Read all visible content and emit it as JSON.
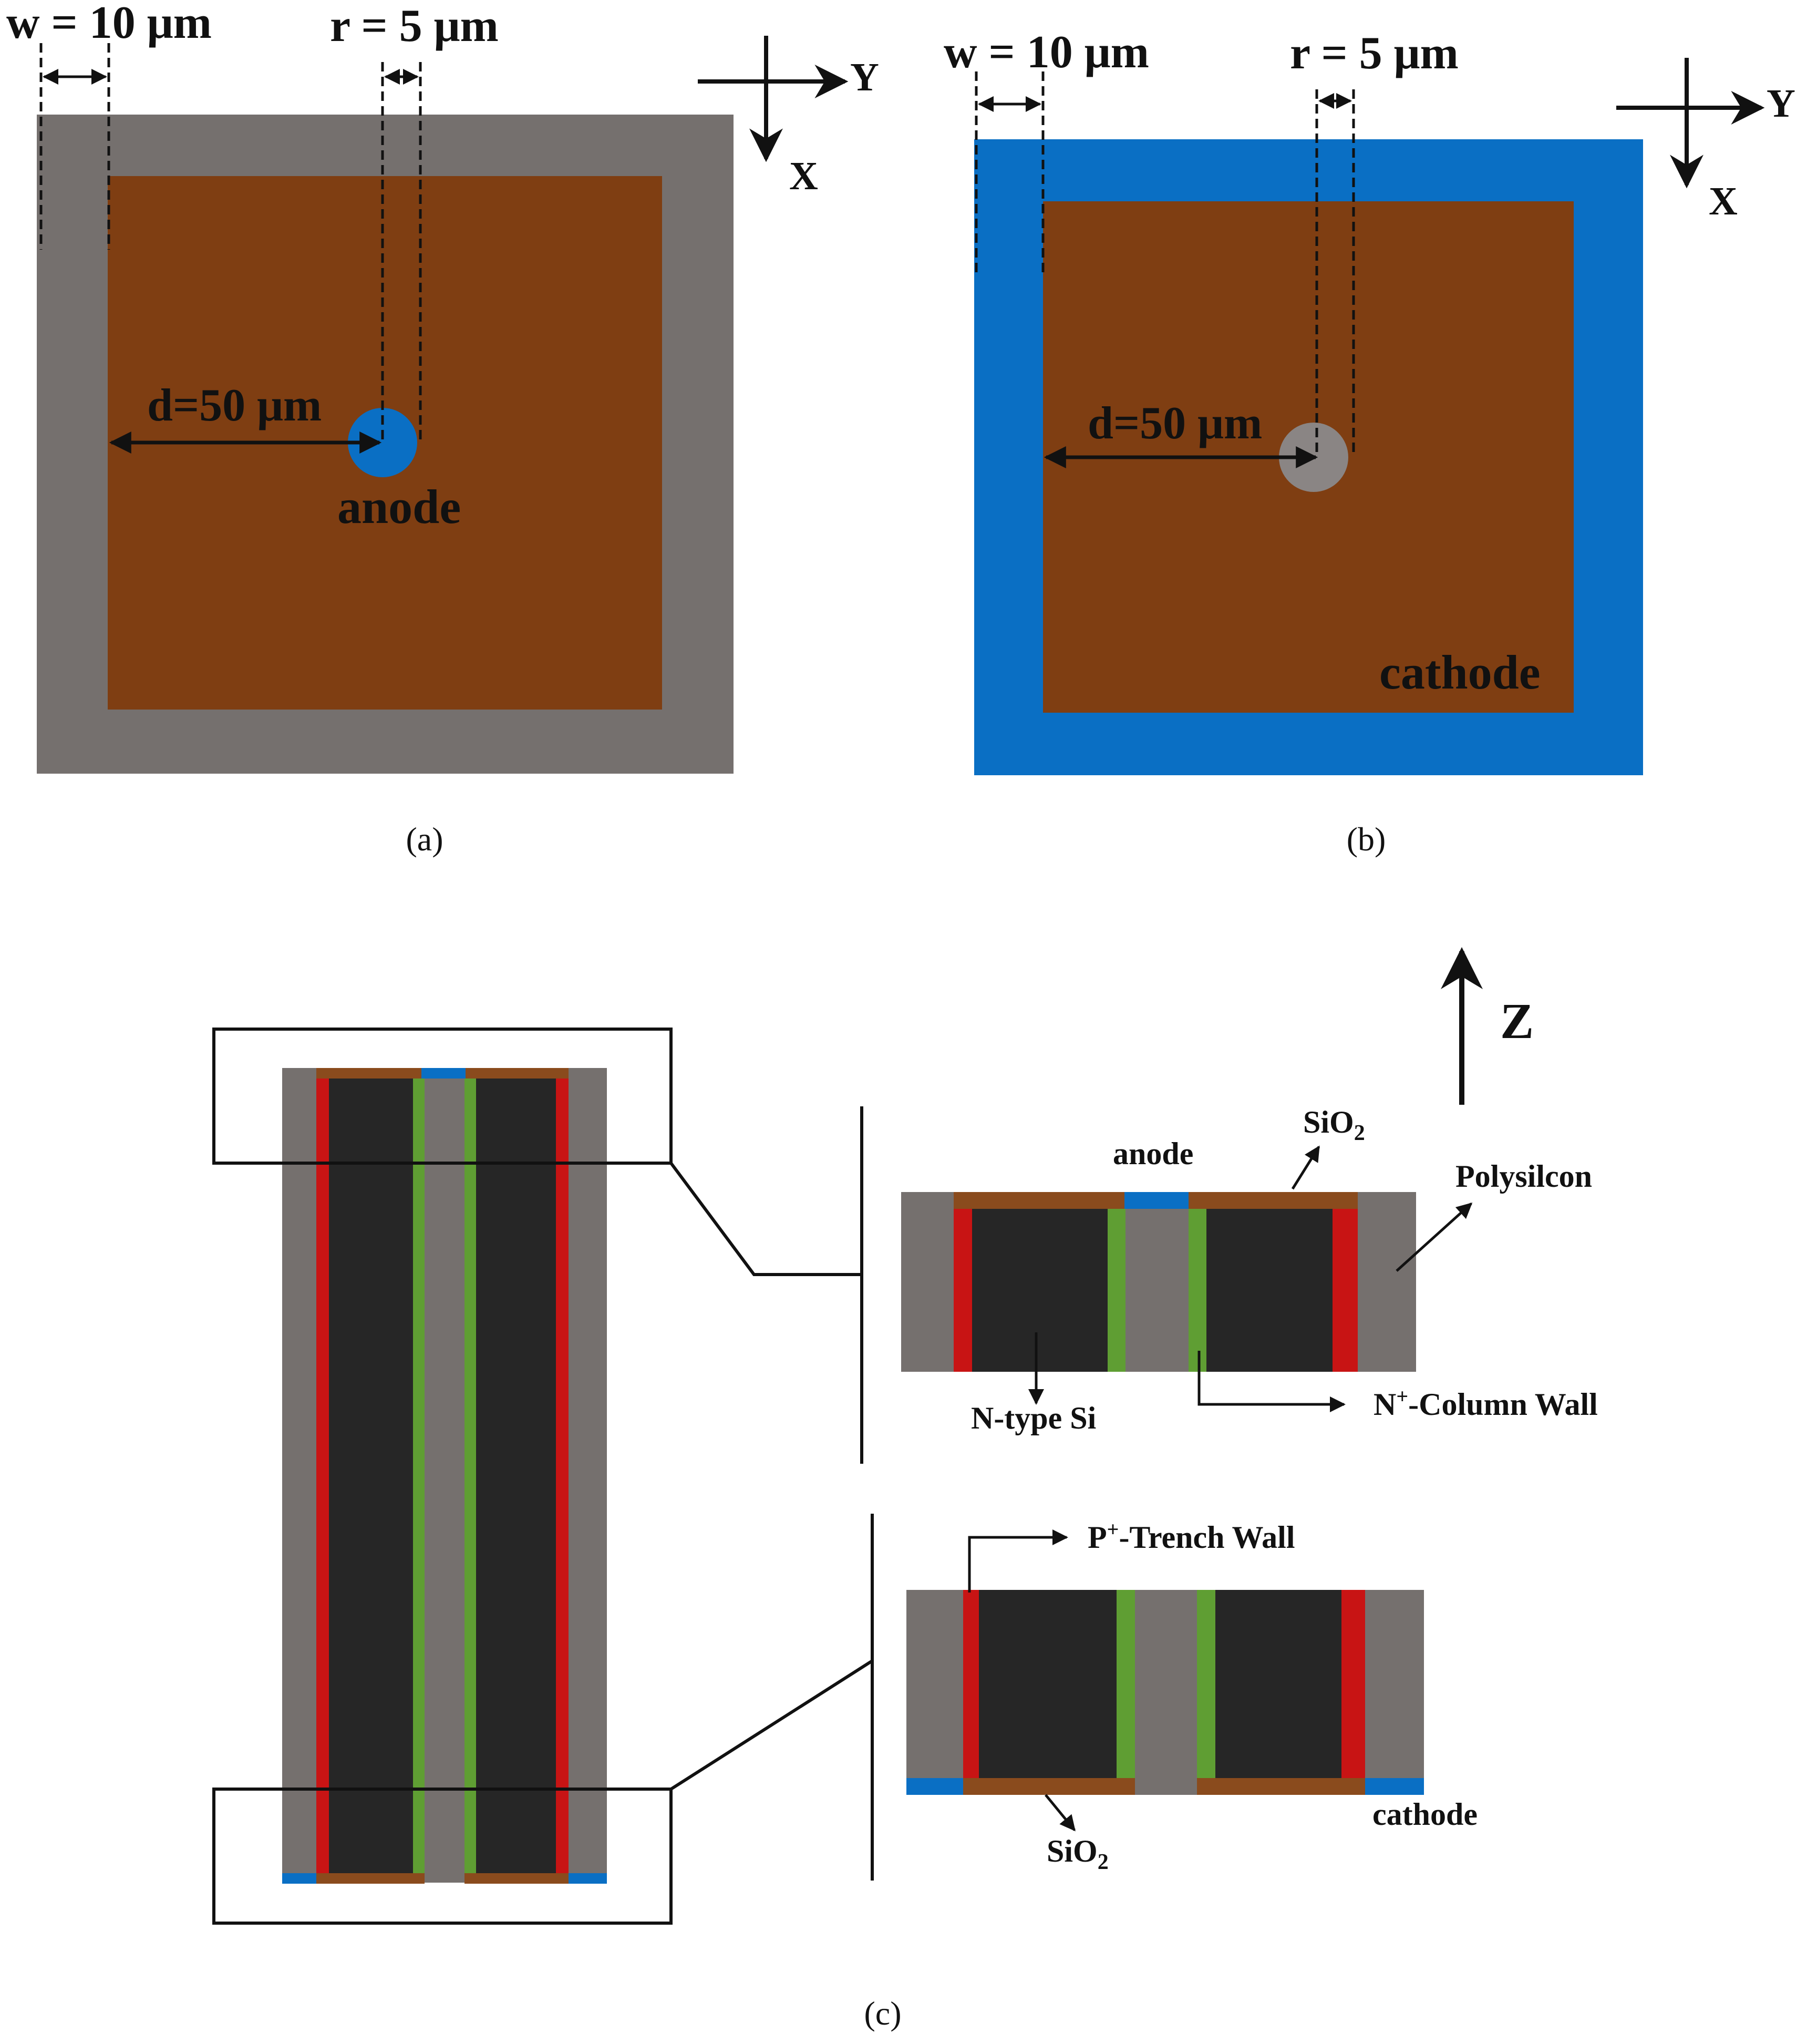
{
  "panel_a": {
    "caption": "(a)",
    "w_label": "w = 10 μm",
    "r_label": "r = 5 μm",
    "d_label": "d=50 μm",
    "electrode_label": "anode",
    "axis_y": "Y",
    "axis_x": "X"
  },
  "panel_b": {
    "caption": "(b)",
    "w_label": "w = 10 μm",
    "r_label": "r = 5 μm",
    "d_label": "d=50 μm",
    "electrode_label": "cathode",
    "axis_y": "Y",
    "axis_x": "X"
  },
  "panel_c": {
    "caption": "(c)",
    "axis_z": "Z",
    "top_detail": {
      "anode": "anode",
      "sio2": "SiO",
      "sio2_sub": "2",
      "polysilicon": "Polysilcon",
      "n_type": "N-type Si",
      "n_plus_pre": "N",
      "n_plus_sup": "+",
      "n_plus_post": "-Column Wall"
    },
    "bottom_detail": {
      "p_plus_pre": "P",
      "p_plus_sup": "+",
      "p_plus_post": "-Trench Wall",
      "sio2": "SiO",
      "sio2_sub": "2",
      "cathode": "cathode"
    }
  },
  "colors": {
    "polysilicon_gray": "#75706e",
    "substrate_brown": "#7f3e12",
    "electrode_blue": "#0a6fc4",
    "n_type_dark": "#262626",
    "n_plus_green": "#5f9e33",
    "p_plus_red": "#c81414",
    "sio2_brown": "#8a4b1d"
  }
}
